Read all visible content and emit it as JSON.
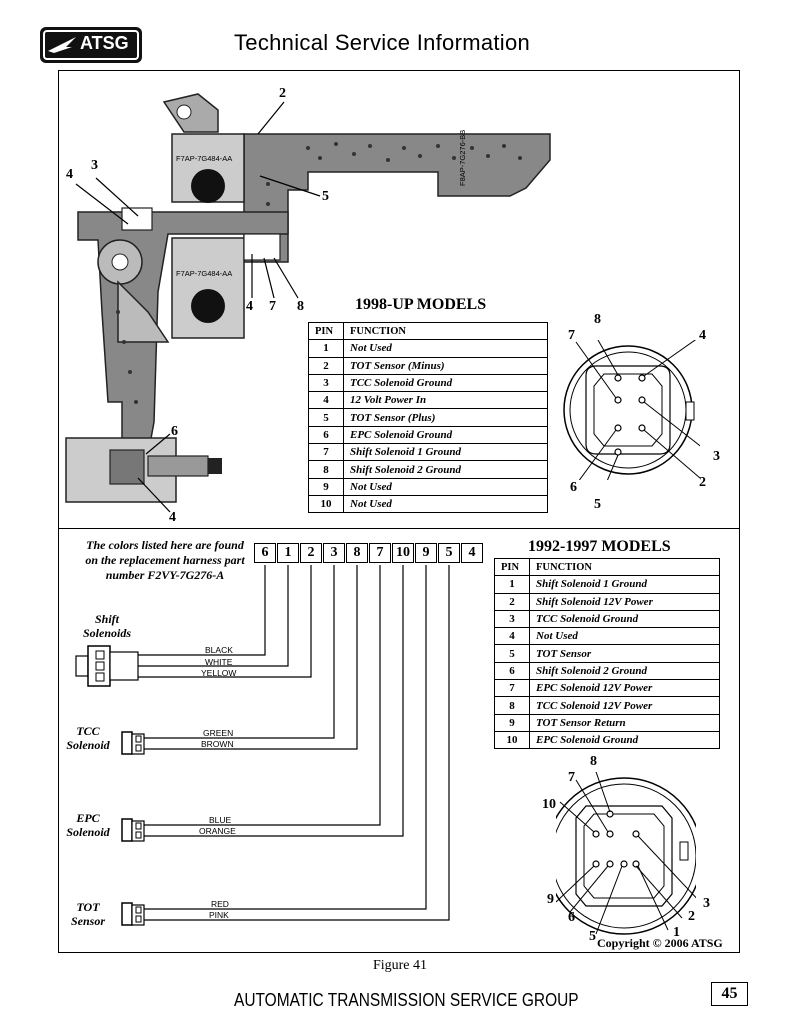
{
  "header": {
    "logo_text": "ATSG",
    "title": "Technical Service Information"
  },
  "callouts_top": {
    "c2": "2",
    "c3": "3",
    "c4a": "4",
    "c5": "5",
    "c4b": "4",
    "c7": "7",
    "c8": "8",
    "c6": "6",
    "c4c": "4"
  },
  "part_labels": {
    "p1": "F7AP-7G484-AA",
    "p2": "F7AP-7G484-AA",
    "p3": "F8AP-7G276-BB"
  },
  "models_1998": {
    "title": "1998-UP MODELS",
    "col_pin": "PIN",
    "col_function": "FUNCTION",
    "rows": [
      {
        "pin": "1",
        "function": "Not Used"
      },
      {
        "pin": "2",
        "function": "TOT Sensor (Minus)"
      },
      {
        "pin": "3",
        "function": "TCC Solenoid Ground"
      },
      {
        "pin": "4",
        "function": "12 Volt Power In"
      },
      {
        "pin": "5",
        "function": "TOT Sensor (Plus)"
      },
      {
        "pin": "6",
        "function": "EPC Solenoid  Ground"
      },
      {
        "pin": "7",
        "function": "Shift Solenoid 1 Ground"
      },
      {
        "pin": "8",
        "function": "Shift Solenoid 2 Ground"
      },
      {
        "pin": "9",
        "function": "Not Used"
      },
      {
        "pin": "10",
        "function": "Not Used"
      }
    ],
    "connector_pins": {
      "p8": "8",
      "p7": "7",
      "p4": "4",
      "p3": "3",
      "p2": "2",
      "p6": "6",
      "p5": "5"
    }
  },
  "models_1992": {
    "title": "1992-1997 MODELS",
    "col_pin": "PIN",
    "col_function": "FUNCTION",
    "rows": [
      {
        "pin": "1",
        "function": "Shift Solenoid 1 Ground"
      },
      {
        "pin": "2",
        "function": "Shift Solenoid 12V Power"
      },
      {
        "pin": "3",
        "function": "TCC Solenoid Ground"
      },
      {
        "pin": "4",
        "function": "Not Used"
      },
      {
        "pin": "5",
        "function": "TOT Sensor"
      },
      {
        "pin": "6",
        "function": "Shift Solenoid 2 Ground"
      },
      {
        "pin": "7",
        "function": "EPC Solenoid 12V Power"
      },
      {
        "pin": "8",
        "function": "TCC Solenoid 12V Power"
      },
      {
        "pin": "9",
        "function": "TOT Sensor Return"
      },
      {
        "pin": "10",
        "function": "EPC Solenoid Ground"
      }
    ],
    "connector_pins": {
      "p8": "8",
      "p7": "7",
      "p10": "10",
      "p9": "9",
      "p6": "6",
      "p5": "5",
      "p1": "1",
      "p2": "2",
      "p3": "3"
    }
  },
  "harness": {
    "note": "The colors listed here are found on the replacement harness part number F2VY-7G276-A",
    "pin_boxes": [
      "6",
      "1",
      "2",
      "3",
      "8",
      "7",
      "10",
      "9",
      "5",
      "4"
    ],
    "components": {
      "shift": {
        "label": "Shift Solenoids",
        "wires": [
          "BLACK",
          "WHITE",
          "YELLOW"
        ]
      },
      "tcc": {
        "label": "TCC Solenoid",
        "wires": [
          "GREEN",
          "BROWN"
        ]
      },
      "epc": {
        "label": "EPC Solenoid",
        "wires": [
          "BLUE",
          "ORANGE"
        ]
      },
      "tot": {
        "label": "TOT Sensor",
        "wires": [
          "RED",
          "PINK"
        ]
      }
    }
  },
  "copyright": "Copyright © 2006 ATSG",
  "figure_caption": "Figure 41",
  "footer": {
    "org": "AUTOMATIC TRANSMISSION SERVICE GROUP",
    "page": "45"
  }
}
